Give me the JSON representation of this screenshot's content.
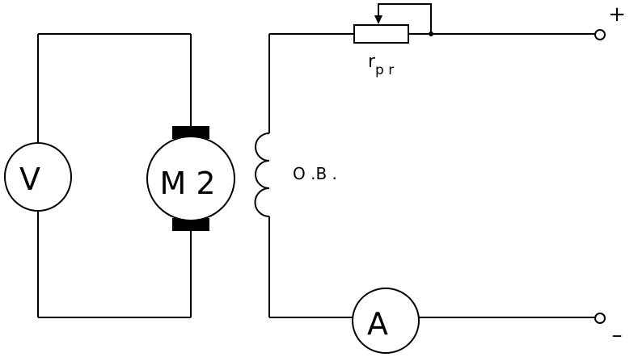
{
  "diagram": {
    "voltmeter_label": "V",
    "motor_label": "M 2",
    "field_winding_label": "O .B .",
    "rheostat_label_main": "r",
    "rheostat_label_sub": "p r",
    "ammeter_label": "A",
    "terminal_plus": "+",
    "terminal_minus": "–"
  }
}
